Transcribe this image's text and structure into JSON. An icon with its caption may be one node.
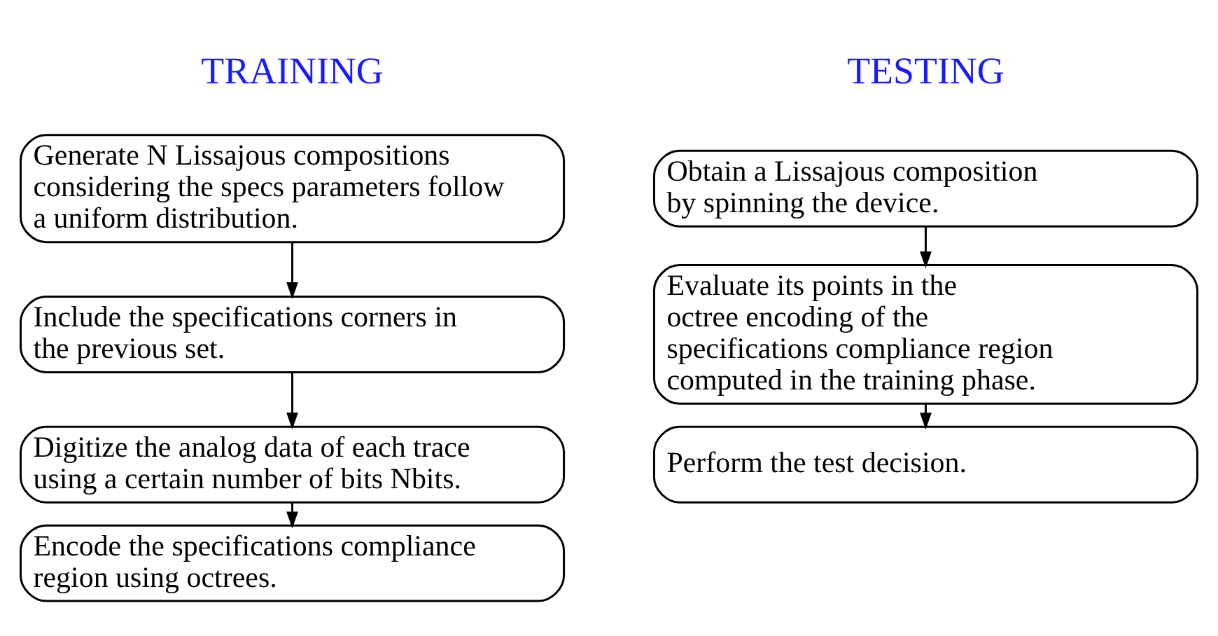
{
  "diagram": {
    "nodes": [
      {
        "text": [
          "Generate N Lissajous compositions considering the specs parameters follow a uniform distribution."
        ]
      },
      {
        "text": [
          "Include the specifications corners in the previous set."
        ]
      },
      {
        "text": [
          "Digitize the analog data of each trace using a certain number of bits Nbits."
        ]
      },
      {
        "text": [
          "Encode the specifications compliance region using octrees."
        ]
      },
      {
        "text": [
          "Obtain a Lissajous composition by spinning the device."
        ]
      },
      {
        "text": [
          "Evaluate its points in the octree encoding of the specifications compliance region computed in the training phase."
        ]
      },
      {
        "text": [
          "Perform the test decision."
        ]
      }
    ],
    "edges": [
      {
        "from": 0,
        "to": 1,
        "arrow": "to"
      },
      {
        "from": 1,
        "to": 2,
        "arrow": "to"
      },
      {
        "from": 2,
        "to": 3,
        "arrow": "to"
      },
      {
        "from": 4,
        "to": 5,
        "arrow": "to"
      },
      {
        "from": 5,
        "to": 6,
        "arrow": "to"
      }
    ],
    "labels": [
      "TRAINING",
      "TESTING"
    ]
  }
}
